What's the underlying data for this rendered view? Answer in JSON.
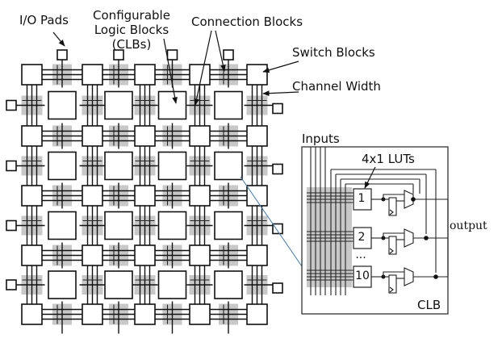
{
  "labels": {
    "io_pads": "I/O Pads",
    "clbs_line1": "Configurable",
    "clbs_line2": "Logic Blocks",
    "clbs_line3": "(CLBs)",
    "connection_blocks": "Connection Blocks",
    "switch_blocks": "Switch Blocks",
    "channel_width": "Channel Width"
  },
  "clb_detail": {
    "inputs_label": "Inputs",
    "luts_label": "4x1 LUTs",
    "lut_ids": [
      "1",
      "2",
      "10"
    ],
    "ellipsis": "...",
    "output_label": "output",
    "title": "CLB"
  },
  "fabric": {
    "switch_block_rows": 5,
    "switch_block_cols": 5,
    "clb_rows": 4,
    "clb_cols": 4,
    "channel_tracks": 3
  },
  "colors": {
    "stroke": "#111111",
    "connection_shade": "#c8c8c8",
    "zoom_line": "#3a78b5"
  }
}
